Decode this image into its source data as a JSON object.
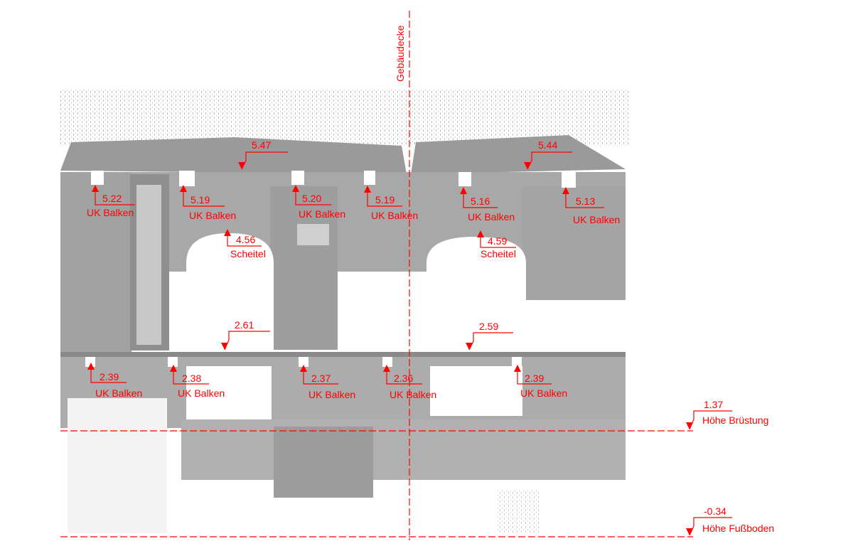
{
  "colors": {
    "annotation": "#ff0000",
    "scan_dark": "#8c8c8c",
    "scan_mid": "#a6a6a6",
    "scan_light": "#c4c4c4",
    "background": "#ffffff"
  },
  "corner_label": "Gebäudecke",
  "top_beam": [
    {
      "value": "5.47"
    },
    {
      "value": "5.44"
    }
  ],
  "upper_beams": [
    {
      "value": "5.22",
      "label": "UK Balken"
    },
    {
      "value": "5.19",
      "label": "UK Balken"
    },
    {
      "value": "5.20",
      "label": "UK Balken"
    },
    {
      "value": "5.19",
      "label": "UK Balken"
    },
    {
      "value": "5.16",
      "label": "UK Balken"
    },
    {
      "value": "5.13",
      "label": "UK Balken"
    }
  ],
  "arch_apex": [
    {
      "value": "4.56",
      "label": "Scheitel"
    },
    {
      "value": "4.59",
      "label": "Scheitel"
    }
  ],
  "mid_level": [
    {
      "value": "2.61"
    },
    {
      "value": "2.59"
    }
  ],
  "lower_beams": [
    {
      "value": "2.39",
      "label": "UK Balken"
    },
    {
      "value": "2.38",
      "label": "UK Balken"
    },
    {
      "value": "2.37",
      "label": "UK Balken"
    },
    {
      "value": "2.36",
      "label": "UK Balken"
    },
    {
      "value": "2.39",
      "label": "UK Balken"
    }
  ],
  "datum_lines": [
    {
      "value": "1.37",
      "label": "Höhe Brüstung"
    },
    {
      "value": "-0.34",
      "label": "Höhe Fußboden"
    }
  ]
}
